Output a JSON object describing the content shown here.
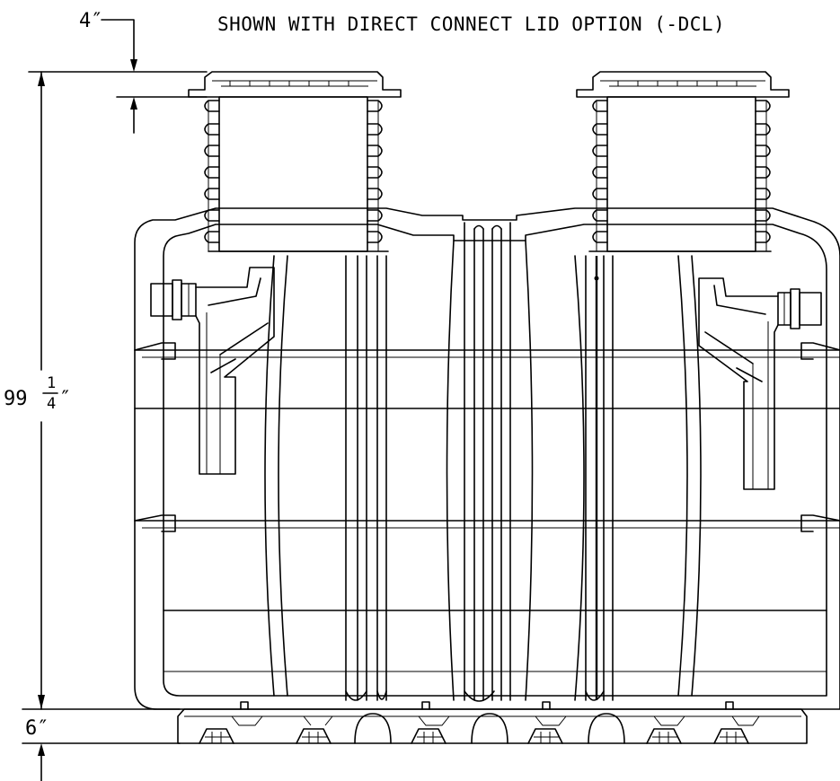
{
  "drawing": {
    "title": "SHOWN WITH DIRECT CONNECT LID OPTION (-DCL)",
    "dimensions": {
      "lid_offset": "4″",
      "total_height_whole": "99",
      "total_height_numerator": "1",
      "total_height_denominator": "4",
      "total_height_unit": "″",
      "base_height": "6″"
    }
  }
}
